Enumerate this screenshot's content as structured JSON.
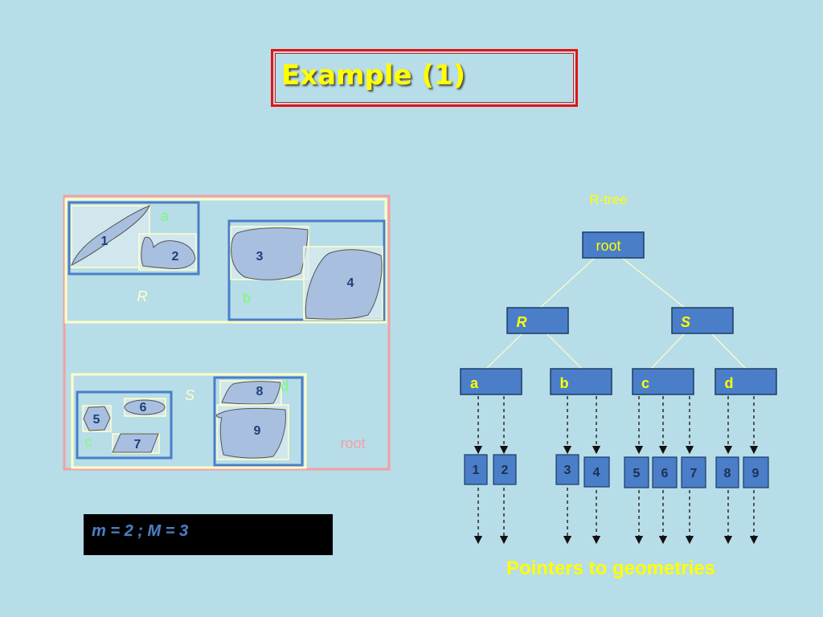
{
  "title": "Example (1)",
  "parameters": {
    "text": "m = 2; M = 3",
    "m_label": "m",
    "m_value": "2",
    "M_label": "M",
    "M_value": "3"
  },
  "rtree_caption": "R-tree",
  "pointers_caption": "Pointers to geometries",
  "spatial": {
    "root_label": "root",
    "region_labels": {
      "R": "R",
      "S": "S"
    },
    "leaf_labels": {
      "a": "a",
      "b": "b",
      "c": "c",
      "d": "d"
    },
    "object_labels": [
      "1",
      "2",
      "3",
      "4",
      "5",
      "6",
      "7",
      "8",
      "9"
    ]
  },
  "tree": {
    "root": "root",
    "level1": [
      "R",
      "S"
    ],
    "level2": [
      "a",
      "b",
      "c",
      "d"
    ],
    "leaves": [
      {
        "node": "a",
        "entries": [
          "1",
          "2"
        ]
      },
      {
        "node": "b",
        "entries": [
          "3",
          "4"
        ]
      },
      {
        "node": "c",
        "entries": [
          "5",
          "6",
          "7"
        ]
      },
      {
        "node": "d",
        "entries": [
          "8",
          "9"
        ]
      }
    ]
  },
  "colors": {
    "background": "#b7dde8",
    "title": "#ffff00",
    "title_border": "#e01515",
    "root_region": "#f4a0a0",
    "level1_region": "#ffffc8",
    "level2_region": "#4a7ec8",
    "object_fill": "#a9bfe0",
    "node_fill": "#4a7ec8",
    "tree_label": "#ffff00",
    "leaf_label": "#7cfc70"
  }
}
